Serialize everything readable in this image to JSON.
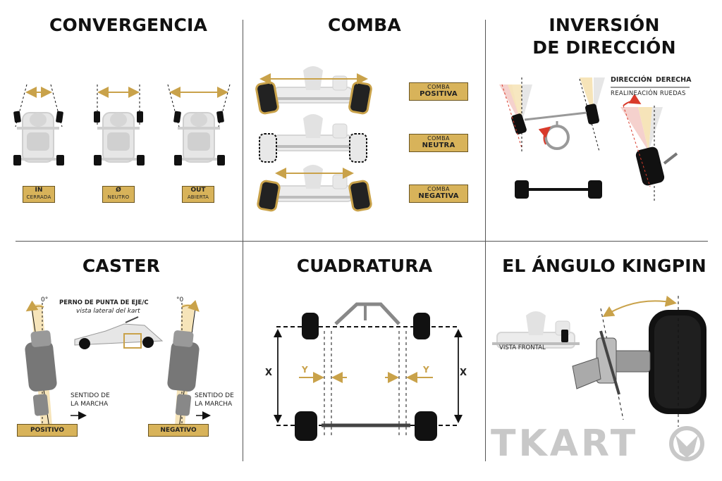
{
  "panels": {
    "convergencia": {
      "title": "CONVERGENCIA",
      "labels": [
        {
          "code": "IN",
          "name": "CERRADA"
        },
        {
          "code": "Ø",
          "name": "NEUTRO"
        },
        {
          "code": "OUT",
          "name": "ABIERTA"
        }
      ]
    },
    "comba": {
      "title": "COMBA",
      "labels": [
        {
          "top": "COMBA",
          "bottom": "POSITIVA"
        },
        {
          "top": "COMBA",
          "bottom": "NEUTRA"
        },
        {
          "top": "COMBA",
          "bottom": "NEGATIVA"
        }
      ]
    },
    "inversion": {
      "title_line1": "INVERSIÓN",
      "title_line2": "DE DIRECCIÓN",
      "legend_left": "DIRECCIÓN",
      "legend_right": "DERECHA",
      "legend_sub": "REALINEACIÓN RUEDAS"
    },
    "caster": {
      "title": "CASTER",
      "angle_left": "0°",
      "angle_right": "°0",
      "perno_line1": "PERNO DE PUNTA DE EJE/C",
      "perno_line2": "vista lateral del kart",
      "sentido_line1": "SENTIDO DE",
      "sentido_line2": "LA MARCHA",
      "label_pos": "POSITIVO",
      "label_neg": "NEGATIVO"
    },
    "cuadratura": {
      "title": "CUADRATURA",
      "x_label": "X",
      "y_label": "Y"
    },
    "kingpin": {
      "title": "EL ÁNGULO KINGPIN",
      "vista": "VISTA FRONTAL"
    }
  },
  "logo": {
    "text": "TKART"
  },
  "colors": {
    "gold": "#d8b35a",
    "gold_dark": "#c9a24a",
    "tire": "#111111",
    "kart": "#cfcfcf",
    "red": "#d93a2b"
  }
}
